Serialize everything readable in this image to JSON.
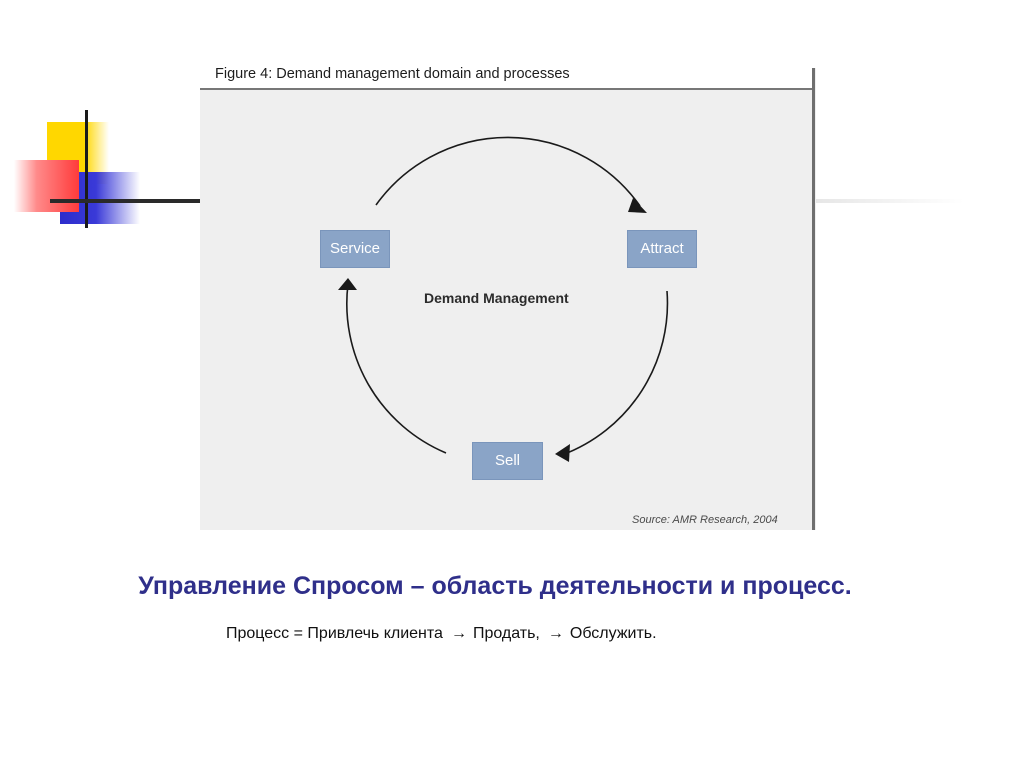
{
  "figure": {
    "title": "Figure 4: Demand management domain and processes",
    "center_label": "Demand Management",
    "source": "Source: AMR Research, 2004",
    "nodes": {
      "service": "Service",
      "attract": "Attract",
      "sell": "Sell"
    },
    "node_color": "#8aa4c7"
  },
  "slide": {
    "heading": "Управление Спросом – область деятельности и процесс.",
    "heading_color": "#2f2f8a",
    "process": {
      "part1": "Процесс = Привлечь клиента",
      "arrow": "→",
      "part2": "Продать,",
      "part3": "Обслужить."
    }
  }
}
